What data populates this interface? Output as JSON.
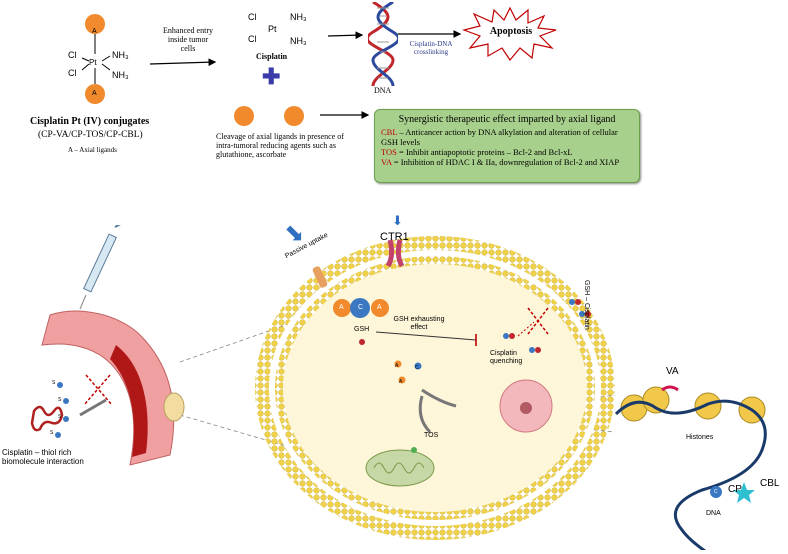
{
  "top": {
    "pt_ligand_a": "A",
    "pt_ligand_b": "A",
    "pt_center": "Pt",
    "pt_cl1": "Cl",
    "pt_cl2": "Cl",
    "pt_nh1": "NH₃",
    "pt_nh2": "NH₃",
    "conjugates_title": "Cisplatin Pt (IV) conjugates",
    "conjugates_list": "(CP-VA/CP-TOS/CP-CBL)",
    "axial_note": "A – Axial ligands",
    "enhanced_entry_1": "Enhanced entry",
    "enhanced_entry_2": "inside tumor",
    "enhanced_entry_3": "cells",
    "cis_cl1": "Cl",
    "cis_cl2": "Cl",
    "cis_pt": "Pt",
    "cis_nh1": "NH₃",
    "cis_nh2": "NH₃",
    "cisplatin_label": "Cisplatin",
    "dna_label": "DNA",
    "crosslink_1": "Cisplatin-DNA",
    "crosslink_2": "crosslinking",
    "apoptosis": "Apoptosis",
    "cleavage_1": "Cleavage of axial ligands in presence of",
    "cleavage_2": "intra-tumoral reducing agents such as",
    "cleavage_3": "glutathione, ascorbate"
  },
  "synergy": {
    "title": "Synergistic therapeutic effect imparted by axial ligand",
    "cbl_key": "CBL",
    "cbl_text": " – Anticancer action by DNA alkylation and alteration of cellular  GSH levels",
    "tos_key": "TOS",
    "tos_text": " = Inhibit antiapoptotic proteins – Bcl-2  and Bcl-xL",
    "va_key": "VA",
    "va_text": " = Inhibition of HDAC I & IIa, downregulation of Bcl-2  and XIAP"
  },
  "cell": {
    "ctr1": "CTR1",
    "passive_uptake": "Passive uptake",
    "ligand_a1": "A",
    "ligand_c": "C",
    "ligand_a2": "A",
    "gsh": "GSH",
    "gsh_effect_1": "GSH exhausting",
    "gsh_effect_2": "effect",
    "quench_1": "Cisplatin",
    "quench_2": "quenching",
    "gsh_cisplatin": "GSH – Cisplatin",
    "tos": "TOS",
    "free_a": "A",
    "free_c": "C",
    "free_a2": "A"
  },
  "left": {
    "thiol_1": "Cisplatin – thiol rich",
    "thiol_2": "biomolecule interaction",
    "s1": "S",
    "s2": "S",
    "s3": "S",
    "s4": "S"
  },
  "right": {
    "va": "VA",
    "histones": "Histones",
    "cp": "CP",
    "cbl": "CBL",
    "dna": "DNA",
    "cp_bead": "C"
  },
  "colors": {
    "ligand_orange": "#f08a2c",
    "ligand_blue": "#3a78c2",
    "green_box": "#a8d08d",
    "red": "#c00000",
    "membrane": "#f0d24a",
    "cytoplasm": "#fdf6d8"
  }
}
